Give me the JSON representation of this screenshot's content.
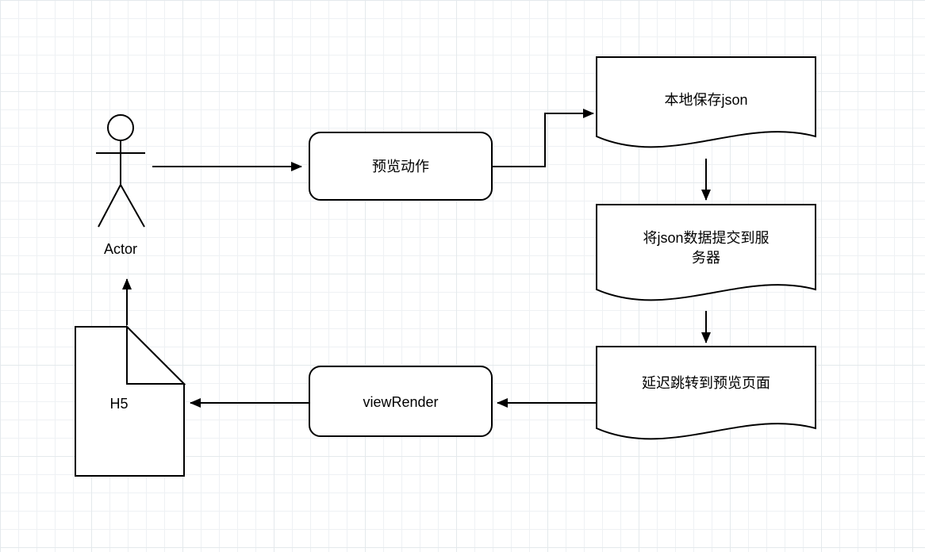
{
  "colors": {
    "stroke": "#000000",
    "shape_fill": "#ffffff",
    "background": "#ffffff",
    "grid_minor": "#eef1f4",
    "grid_major": "#e4e9ec"
  },
  "nodes": {
    "actor": {
      "label": "Actor"
    },
    "preview_action": {
      "label": "预览动作"
    },
    "save_json_local": {
      "label": "本地保存json"
    },
    "submit_json_server": {
      "line1": "将json数据提交到服",
      "line2": "务器"
    },
    "delay_jump_preview": {
      "label": "延迟跳转到预览页面"
    },
    "view_render": {
      "label": "viewRender"
    },
    "h5_page": {
      "label": "H5"
    }
  }
}
